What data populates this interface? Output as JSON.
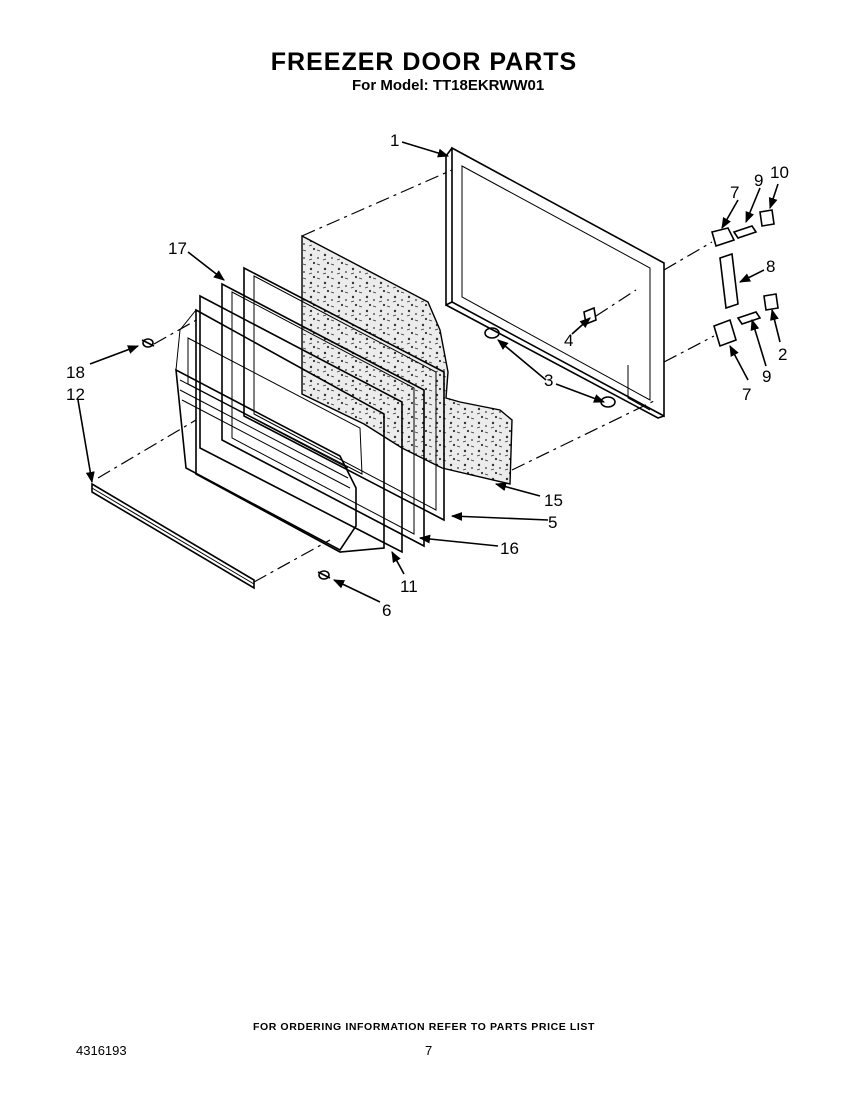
{
  "header": {
    "title": "FREEZER DOOR PARTS",
    "model_prefix": "For Model: ",
    "model": "TT18EKRWW01"
  },
  "callouts": [
    "1",
    "2",
    "3",
    "4",
    "5",
    "6",
    "7",
    "7",
    "8",
    "9",
    "9",
    "10",
    "11",
    "12",
    "15",
    "16",
    "17",
    "18"
  ],
  "footer": {
    "note": "FOR ORDERING INFORMATION REFER TO PARTS PRICE LIST",
    "doc_number": "4316193",
    "page": "7"
  }
}
